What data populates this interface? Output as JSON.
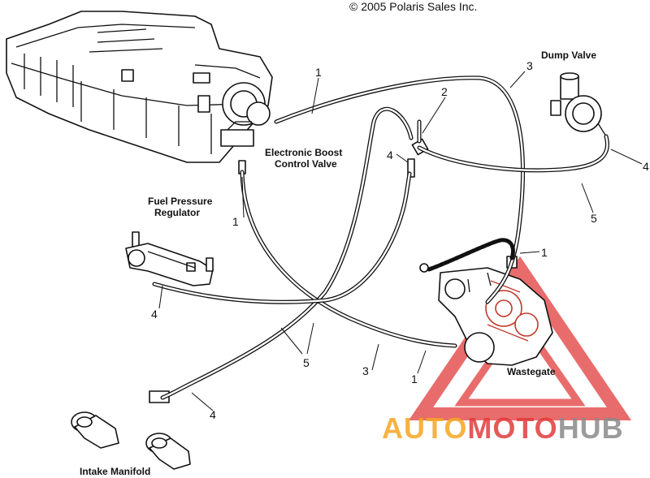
{
  "copyright": "© 2005 Polaris Sales Inc.",
  "labels": {
    "dump_valve": "Dump Valve",
    "ebcv_line1": "Electronic Boost",
    "ebcv_line2": "Control Valve",
    "fpr_line1": "Fuel Pressure",
    "fpr_line2": "Regulator",
    "wastegate": "Wastegate",
    "intake_manifold": "Intake Manifold"
  },
  "callouts": {
    "c1_top": "1",
    "c2": "2",
    "c3_top": "3",
    "c4_right": "4",
    "c4_mid": "4",
    "c5_right": "5",
    "c1_left": "1",
    "c1_wastegate": "1",
    "c4_left": "4",
    "c5_bottom": "5",
    "c3_bottom": "3",
    "c1_bottom": "1",
    "c4_bottom": "4"
  },
  "watermark": {
    "part1": "AUTO",
    "part2": "MOTO",
    "part3": "HUB",
    "color_orange": "#f5a623",
    "color_red": "#e23b3b",
    "color_gray": "#8a8a8a"
  }
}
